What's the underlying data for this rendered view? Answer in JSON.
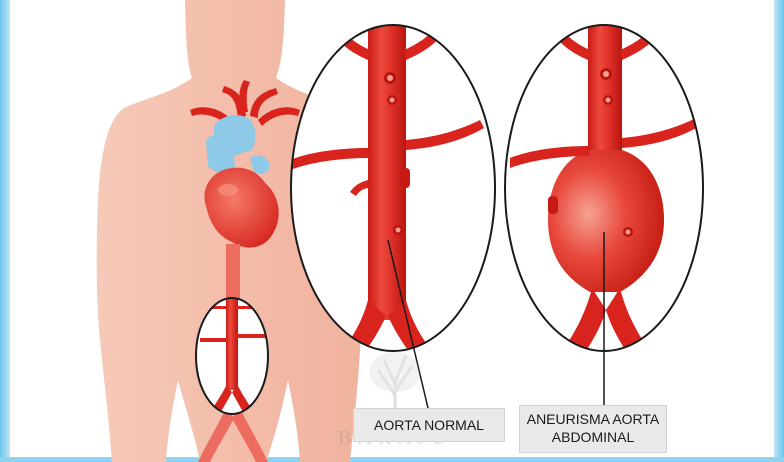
{
  "labels": {
    "normal": "AORTA NORMAL",
    "aneurisma_line1": "ANEURISMA AORTA",
    "aneurisma_line2": "ABDOMINAL"
  },
  "watermark": {
    "text": "BARAJU"
  },
  "colors": {
    "skin": "#f3c0ad",
    "artery": "#d9241d",
    "artery_light": "#ef5a4a",
    "vein": "#8fc9e8",
    "heart": "#e83a36",
    "frame_edge": "#6fc6ef"
  },
  "icons": {
    "heart": "heart-illustration",
    "watermark": "tree-logo"
  }
}
